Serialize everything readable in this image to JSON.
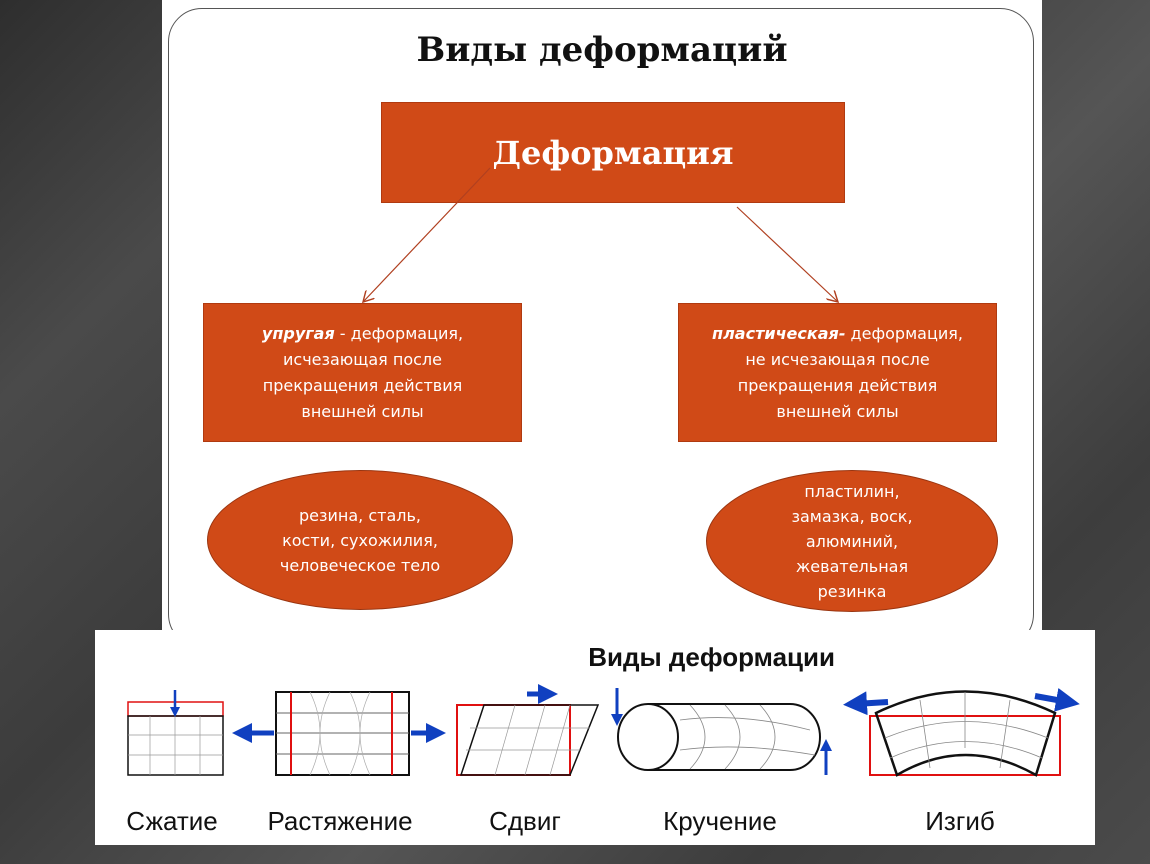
{
  "slide": {
    "title": "Виды деформаций",
    "root": "Деформация",
    "elastic": {
      "term": "упругая",
      "rest": " - деформация,",
      "lines": [
        "исчезающая после",
        "прекращения  действия",
        "внешней силы"
      ]
    },
    "plastic": {
      "term": "пластическая-",
      "rest": " деформация,",
      "lines": [
        "не исчезающая после",
        "прекращения  действия",
        "внешней силы"
      ]
    },
    "elastic_examples": [
      "резина, сталь,",
      "кости, сухожилия,",
      "человеческое  тело"
    ],
    "plastic_examples": [
      "пластилин,",
      "замазка, воск,",
      "алюминий,",
      "жевательная",
      "резинка"
    ]
  },
  "figure": {
    "title": "Виды деформации",
    "labels": [
      "Сжатие",
      "Растяжение",
      "Сдвиг",
      "Кручение",
      "Изгиб"
    ]
  },
  "colors": {
    "box": "#d04a17",
    "arrow": "#1040c0",
    "outline": "#e01010"
  }
}
